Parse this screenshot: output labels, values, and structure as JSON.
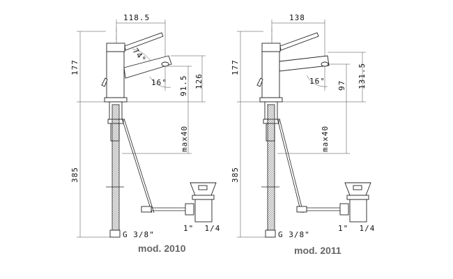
{
  "models": [
    {
      "label": "mod. 2010",
      "dims": {
        "reach": "118.5",
        "height": "177",
        "spout_high": "126",
        "spout_low": "91.5",
        "angle_lever": "74°",
        "angle_spout": "16°",
        "max": "max40",
        "hose_len": "385",
        "hose_thread": "G 3/8\"",
        "drain_thread": "1\"  1/4"
      }
    },
    {
      "label": "mod. 2011",
      "dims": {
        "reach": "138",
        "height": "177",
        "spout_high": "131.5",
        "spout_low": "97",
        "angle_spout": "16°",
        "max": "max40",
        "hose_len": "385",
        "hose_thread": "G 3/8\"",
        "drain_thread": "1\"  1/4"
      }
    }
  ]
}
